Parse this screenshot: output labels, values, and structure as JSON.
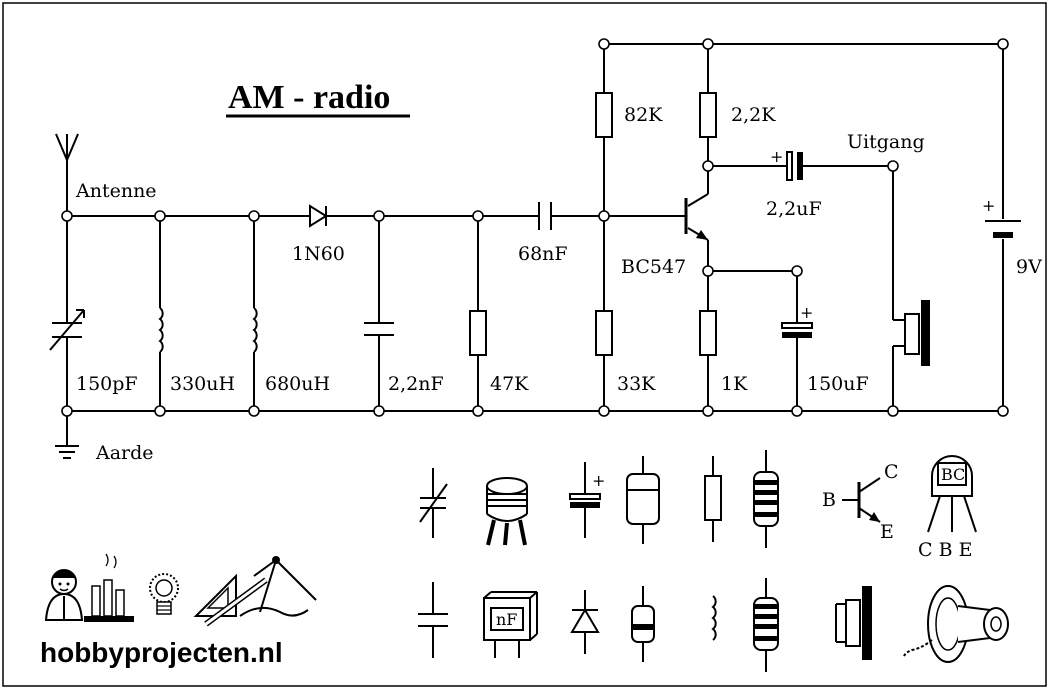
{
  "title": "AM - radio",
  "brand": "hobbyprojecten.nl",
  "labels": {
    "antenna": "Antenne",
    "ground": "Aarde",
    "output": "Uitgang",
    "diode": "1N60",
    "coupling_cap": "68nF",
    "transistor": "BC547",
    "output_cap": "2,2uF",
    "battery": "9V",
    "battery_plus": "+"
  },
  "parallel_components": [
    {
      "name": "variable-capacitor",
      "value": "150pF"
    },
    {
      "name": "coil-1",
      "value": "330uH"
    },
    {
      "name": "coil-2",
      "value": "680uH"
    },
    {
      "name": "capacitor",
      "value": "2,2nF"
    },
    {
      "name": "resistor-1",
      "value": "47K"
    },
    {
      "name": "resistor-base-low",
      "value": "33K"
    },
    {
      "name": "resistor-emitter",
      "value": "1K"
    },
    {
      "name": "emitter-cap",
      "value": "150uF"
    }
  ],
  "top_resistors": [
    {
      "name": "resistor-base-high",
      "value": "82K"
    },
    {
      "name": "resistor-collector",
      "value": "2,2K"
    }
  ],
  "legend_labels": {
    "transistor_b": "B",
    "transistor_c": "C",
    "transistor_e": "E",
    "package_text": "BC",
    "package_pins": "C B E",
    "cap_box": "nF",
    "elcap_plus": "+"
  }
}
